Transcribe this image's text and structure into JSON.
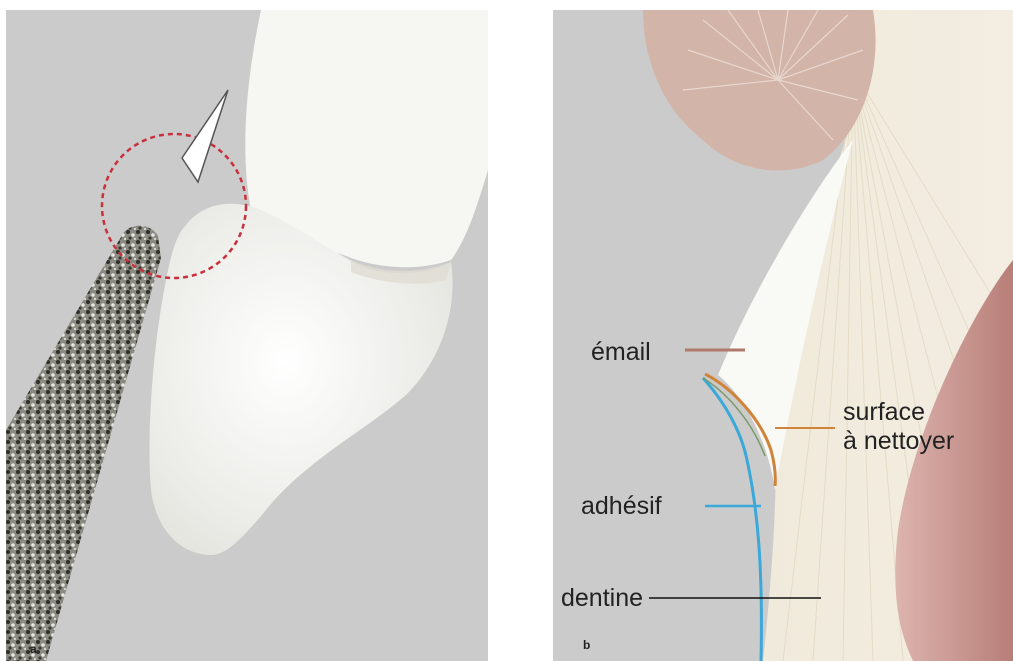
{
  "figure": {
    "panel_a": {
      "letter": "a"
    },
    "panel_b": {
      "letter": "b",
      "labels": {
        "email": "émail",
        "surface_line1": "surface",
        "surface_line2": "à nettoyer",
        "adhesive": "adhésif",
        "dentine": "dentine"
      }
    }
  },
  "colors": {
    "background": "#cbcbcb",
    "tooth": "#fafaf7",
    "focus_circle": "#c8303c",
    "bur": "#5a5a52",
    "email_line": "#b07a6a",
    "surface_line": "#d0843a",
    "adhesive_line": "#3aa8d8",
    "dentine_line": "#111111",
    "pulp": "#d9b8ac",
    "gum": "#c88e86"
  }
}
